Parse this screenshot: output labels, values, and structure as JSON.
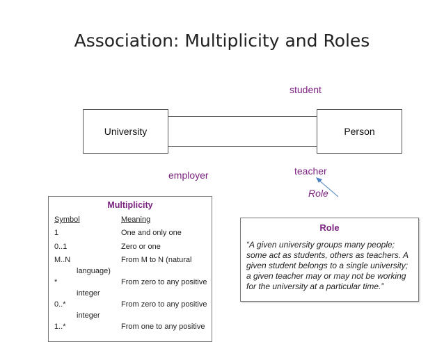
{
  "title": "Association: Multiplicity and Roles",
  "diagram": {
    "class_left": "University",
    "class_right": "Person",
    "role_top": "student",
    "role_employer": "employer",
    "role_teacher": "teacher",
    "role_annotation": "Role",
    "arrow_color": "#4a7fc1",
    "role_color": "#7a1f7f"
  },
  "multiplicity": {
    "heading": "Multiplicity",
    "col_symbol": "Symbol",
    "col_meaning": "Meaning",
    "rows": [
      {
        "symbol": "1",
        "meaning": "One and only one",
        "cont": ""
      },
      {
        "symbol": "0..1",
        "meaning": "Zero or one",
        "cont": ""
      },
      {
        "symbol": "M..N",
        "meaning": "From M to N (natural",
        "cont": "language)"
      },
      {
        "symbol": "*",
        "meaning": "From zero to any positive",
        "cont": "integer"
      },
      {
        "symbol": "0..*",
        "meaning": "From zero to any positive",
        "cont": "integer"
      },
      {
        "symbol": "1..*",
        "meaning": "From one to any positive",
        "cont": ""
      }
    ]
  },
  "role_box": {
    "heading": "Role",
    "quote": "“A given university groups many people; some act as students, others as teachers. A given student belongs to a single university; a given teacher may or may not be working for the university at a particular time.”"
  }
}
